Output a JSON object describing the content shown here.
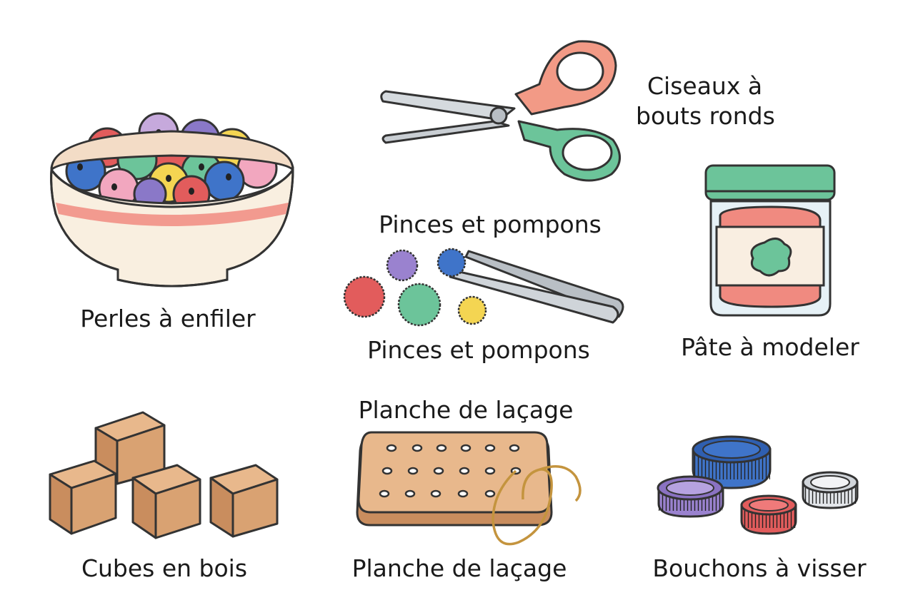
{
  "labels": {
    "beads": "Perles à enfiler",
    "scissors_line1": "Ciseaux à",
    "scissors_line2": "bouts ronds",
    "tweezers_top": "Pinces et pompons",
    "tweezers_bottom": "Pinces et pompons",
    "dough": "Pâte à modeler",
    "cubes": "Cubes en bois",
    "lacing_top": "Planche de laçage",
    "lacing_bottom": "Planche de laçage",
    "caps": "Bouchons à visser"
  },
  "icons": [
    "bowl-of-beads-icon",
    "scissors-icon",
    "tweezers-icon",
    "pompom-icon",
    "play-dough-jar-icon",
    "wooden-cubes-icon",
    "lacing-board-icon",
    "bottle-caps-icon"
  ],
  "colors": {
    "coral": "#f08a80",
    "mint": "#6cc49a",
    "blue": "#3f74c9",
    "purple": "#9a82cf",
    "yellow": "#f4d552",
    "pink": "#f2a7bf",
    "red": "#e25c5c",
    "wood": "#d9a272",
    "outline": "#333333"
  }
}
